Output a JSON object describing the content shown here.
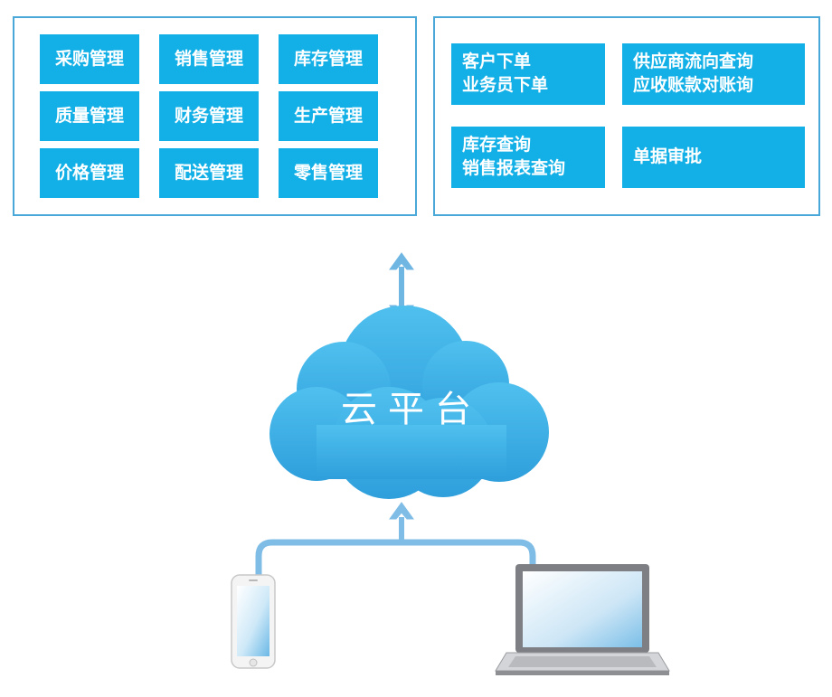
{
  "modules_panel": {
    "tiles": [
      {
        "label": "采购管理"
      },
      {
        "label": "销售管理"
      },
      {
        "label": "库存管理"
      },
      {
        "label": "质量管理"
      },
      {
        "label": "财务管理"
      },
      {
        "label": "生产管理"
      },
      {
        "label": "价格管理"
      },
      {
        "label": "配送管理"
      },
      {
        "label": "零售管理"
      }
    ]
  },
  "mobile_panel": {
    "tiles": [
      {
        "lines": [
          "客户下单",
          "业务员下单"
        ]
      },
      {
        "lines": [
          "供应商流向查询",
          "应收账款对账询"
        ]
      },
      {
        "lines": [
          "库存查询",
          "销售报表查询"
        ]
      },
      {
        "lines": [
          "单据审批"
        ]
      }
    ]
  },
  "cloud": {
    "label": "云平台"
  },
  "colors": {
    "tile": "#12b0e6",
    "border": "#4aa8d8",
    "cloud": "#3aaee3",
    "connector": "#7fbde6"
  }
}
